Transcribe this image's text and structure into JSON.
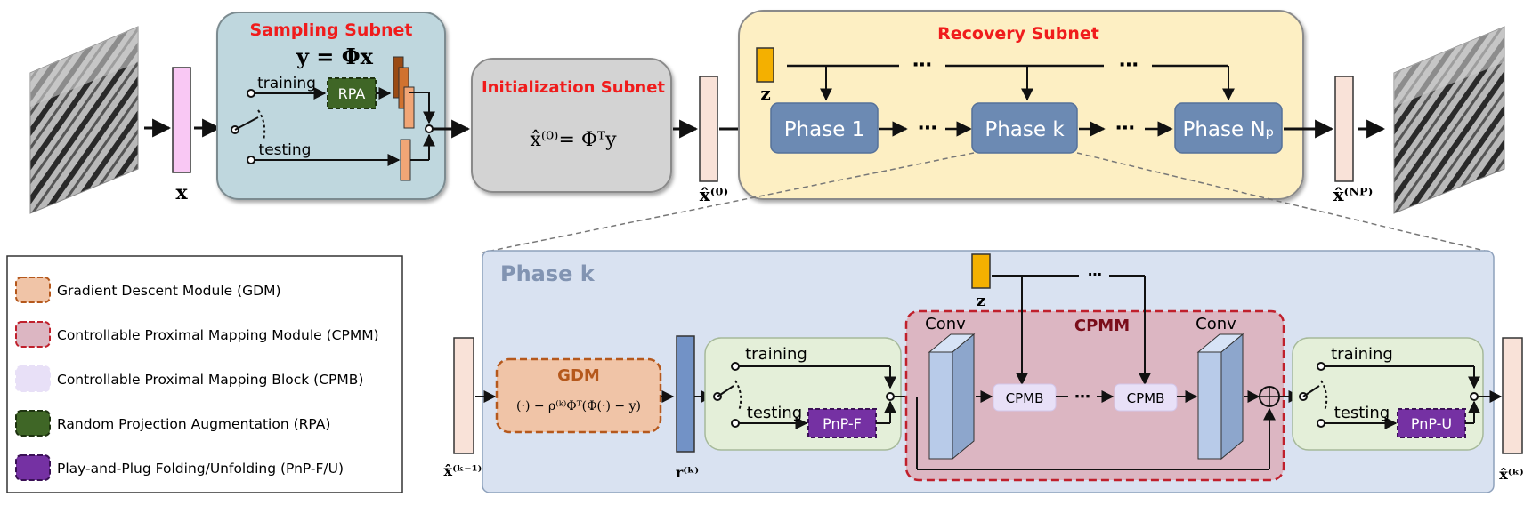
{
  "colors": {
    "red_title": "#f01c1c",
    "sampling_bg": "#bfd7de",
    "init_bg": "#d3d3d3",
    "recovery_bg": "#fdefc3",
    "phase_block": "#6c8ab3",
    "phasek_bg": "#d9e2f1",
    "gdm_fill": "#f0c4a7",
    "gdm_text": "#b5581c",
    "cpmm_fill": "#dcb6c2",
    "cpmm_border": "#c0202c",
    "cpmm_text": "#7a0d1a",
    "cpmb_fill": "#e8e0f7",
    "rpa_fill": "#3f6626",
    "pnp_fill": "#7531a3",
    "green_box": "#e4efd9",
    "x_fill": "#f9c8f4",
    "xhat_fill": "#f9e2d8",
    "z_fill": "#f4b000",
    "r_fill": "#7292c6"
  },
  "sampling": {
    "title": "Sampling Subnet",
    "formula": "y = Φx",
    "training": "training",
    "testing": "testing",
    "rpa": "RPA"
  },
  "init": {
    "title": "Initialization Subnet",
    "formula": "x̂⁽⁰⁾= Φᵀy"
  },
  "recovery": {
    "title": "Recovery Subnet",
    "z": "z",
    "dots": "⋯",
    "phases": [
      "Phase 1",
      "Phase k",
      "Phase Nₚ"
    ]
  },
  "vectors": {
    "x": "x",
    "x0": "x̂⁽⁰⁾",
    "xNp": "x̂⁽ᴺᴾ⁾",
    "xk_prev": "x̂⁽ᵏ⁻¹⁾",
    "rk": "r⁽ᵏ⁾",
    "xk": "x̂⁽ᵏ⁾"
  },
  "phasek": {
    "title": "Phase k",
    "gdm_title": "GDM",
    "gdm_formula": "(·) − ρ⁽ᵏ⁾Φᵀ(Φ(·) − y)",
    "training": "training",
    "testing": "testing",
    "pnp_f": "PnP-F",
    "pnp_u": "PnP-U",
    "conv": "Conv",
    "cpmm": "CPMM",
    "cpmb": "CPMB",
    "z": "z",
    "dots": "⋯"
  },
  "legend": [
    {
      "label": "Gradient Descent Module (GDM)",
      "fill": "#f0c4a7",
      "border": "#b5581c"
    },
    {
      "label": "Controllable Proximal Mapping Module (CPMM)",
      "fill": "#dcb6c2",
      "border": "#c0202c"
    },
    {
      "label": "Controllable Proximal Mapping  Block (CPMB)",
      "fill": "#e8e0f7",
      "border": "#e8e0f7"
    },
    {
      "label": "Random Projection Augmentation (RPA)",
      "fill": "#3f6626",
      "border": "#1e3310"
    },
    {
      "label": "Play-and-Plug Folding/Unfolding (PnP-F/U)",
      "fill": "#7531a3",
      "border": "#3b1156"
    }
  ]
}
